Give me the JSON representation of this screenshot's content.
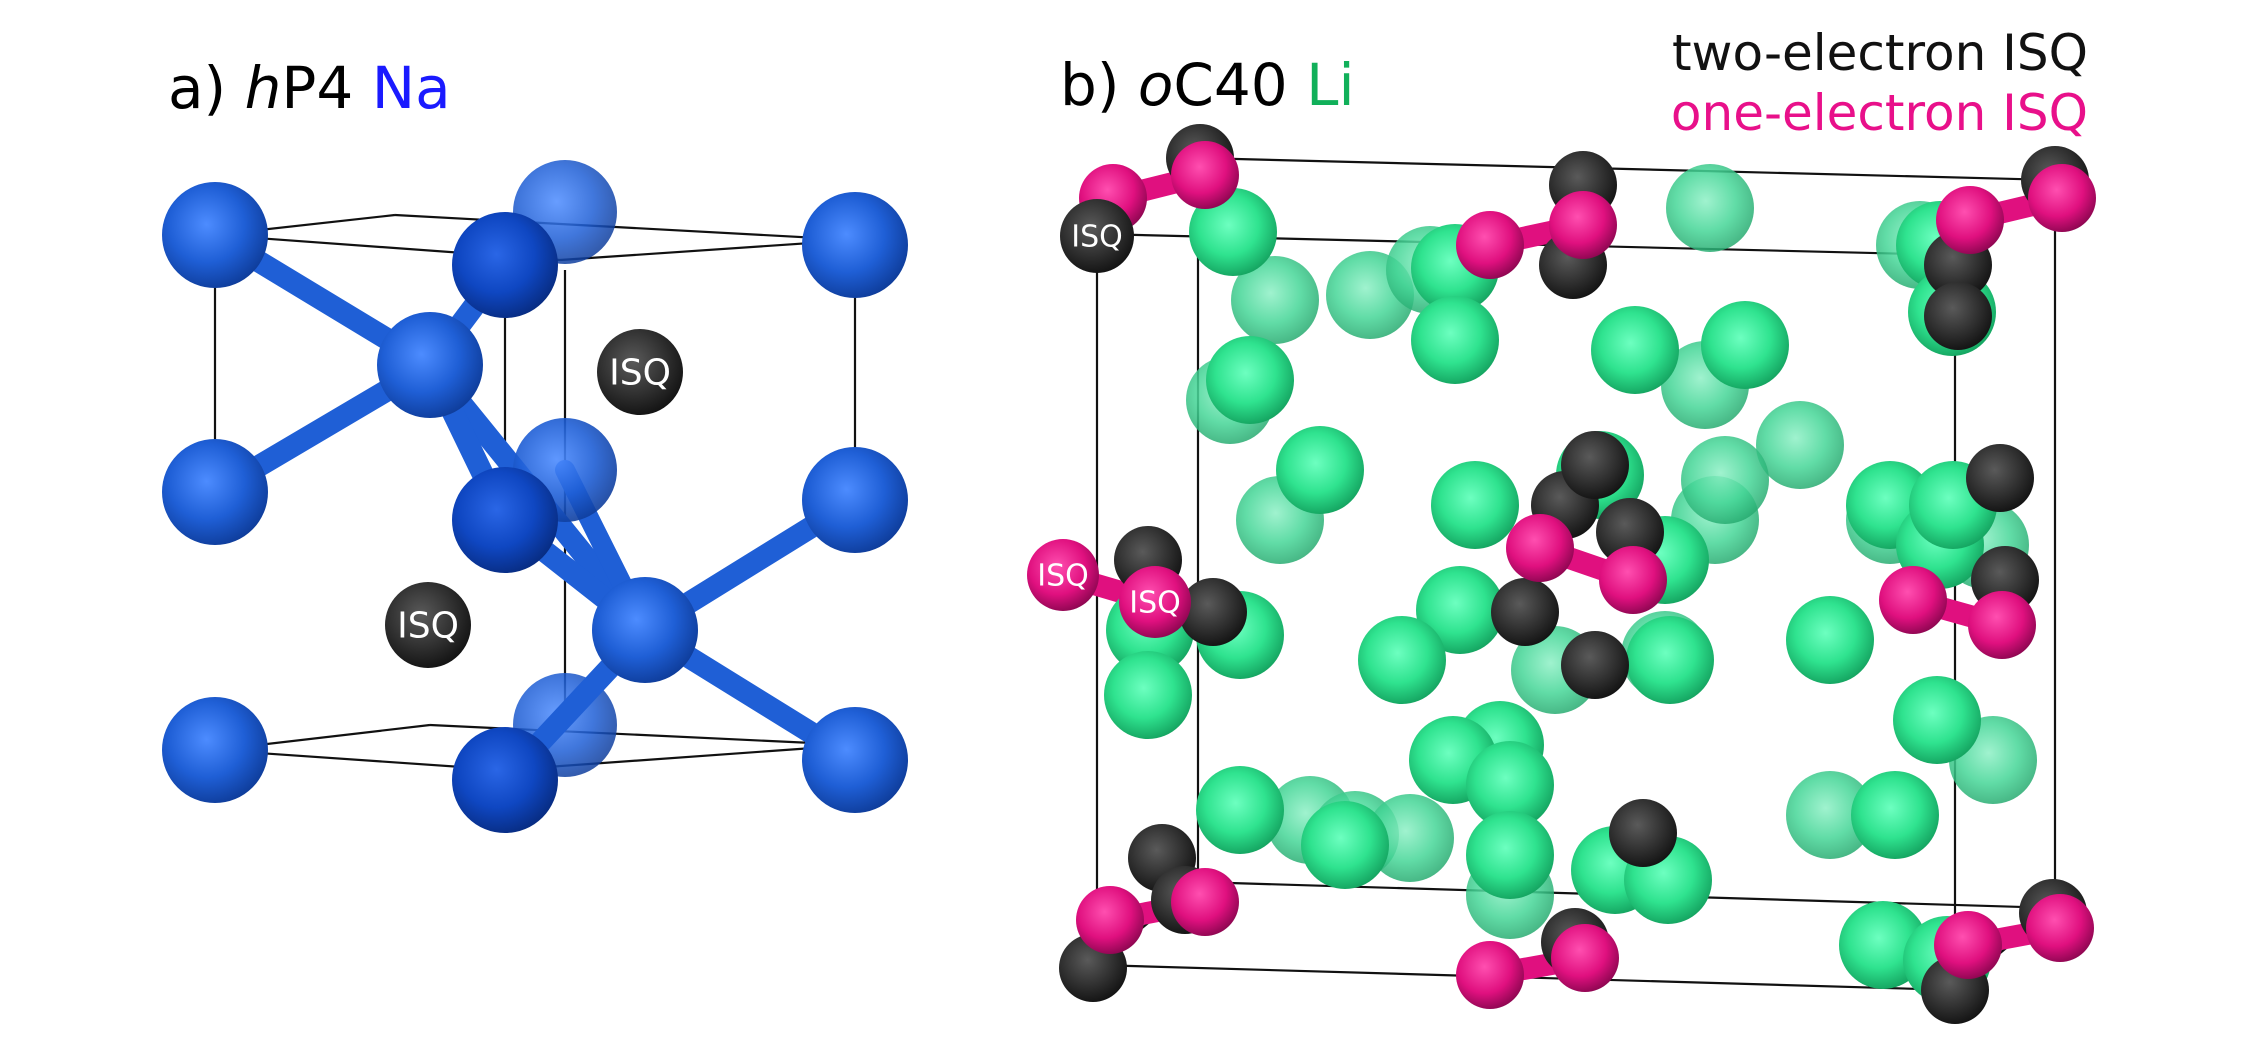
{
  "panel_a": {
    "prefix": "a) ",
    "structure_italic": "h",
    "structure_rest": "P4 ",
    "element": "Na",
    "element_color": "#1a1aff",
    "atom_color": "#1f5fd6",
    "isq_label": "ISQ"
  },
  "panel_b": {
    "prefix": "b) ",
    "structure_italic": "o",
    "structure_rest": "C40 ",
    "element": "Li",
    "element_color": "#11b05a",
    "atom_color": "#2fe38f",
    "isq_label": "ISQ"
  },
  "legend": {
    "two_electron": "two-electron ISQ",
    "two_electron_color": "#111111",
    "one_electron": "one-electron ISQ",
    "one_electron_color": "#e8108a"
  },
  "colors": {
    "isq_two": "#3a3a3a",
    "isq_one": "#e0107f",
    "cell_line": "#111111",
    "bond_blue": "#1f5fd6"
  }
}
